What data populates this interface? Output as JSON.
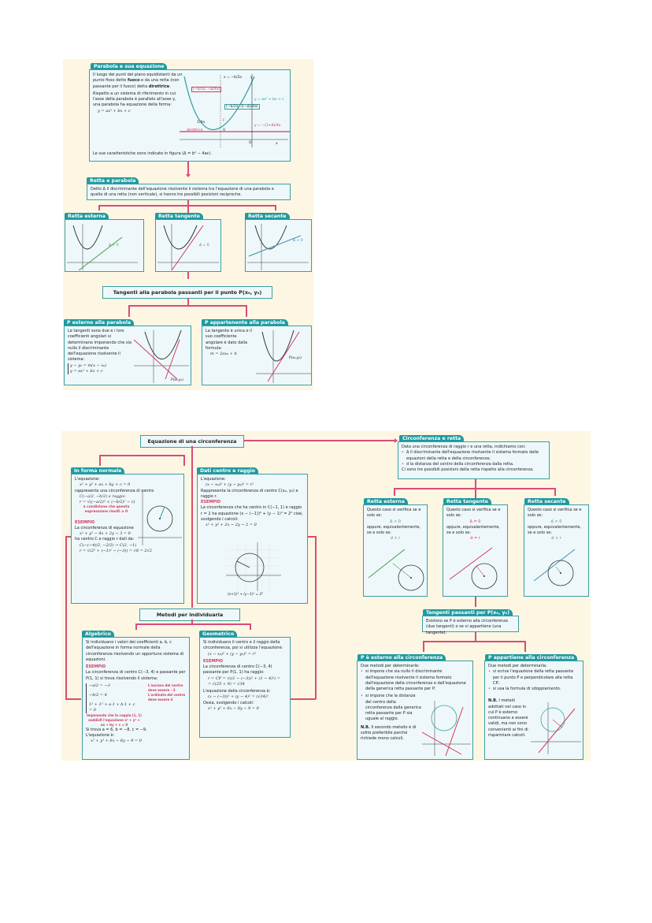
{
  "parabola": {
    "title": "Parabola e sua equazione",
    "text1a": "Il luogo dei punti del piano equidistanti da un punto fisso detto ",
    "fuoco": "fuoco",
    "text1b": " e da una retta (non passante per il fuoco) detta ",
    "direttrice": "direttrice",
    "text2": "Rispetto a un sistema di riferimento in cui l'asse della parabola è parallelo all'asse y, una parabola ha equazione della forma:",
    "formula": "y = ax² + bx + c",
    "footer": "Le sue caratteristiche sono indicate in figura (Δ = b² − 4ac).",
    "fig_labels": {
      "axis": "x = −b/2a",
      "vertex": "(−b/2a, −Δ/4a)",
      "focus": "(−b/2a, (1−Δ)/4a)",
      "curve": "y = ax² + bx + c",
      "dir_eq": "y = −(1+Δ)/4a",
      "quarter": "1/4a",
      "dir": "direttrice",
      "y": "y",
      "x": "x",
      "o": "O",
      "f": "F",
      "v": "V"
    }
  },
  "retta_parabola": {
    "title": "Retta e parabola",
    "text": "Detto Δ il discriminante dell'equazione risolvente il sistema tra l'equazione di una parabola e quella di una retta (non verticale), si hanno tre possibili posizioni reciproche.",
    "cases": [
      {
        "title": "Retta esterna",
        "delta": "Δ < 0"
      },
      {
        "title": "Retta tangente",
        "delta": "Δ = 0"
      },
      {
        "title": "Retta secante",
        "delta": "Δ > 0"
      }
    ]
  },
  "tangenti_parabola": {
    "title": "Tangenti alla parabola passanti per il punto P(x₀, y₀)",
    "esterno": {
      "title": "P esterno alla parabola",
      "text": "Le tangenti sono due e i loro coefficienti angolari si determinano imponendo che sia nullo il discriminante dell'equazione risolvente il sistema:",
      "sys1": "y − y₀ = m(x − x₀)",
      "sys2": "y = ax² + bx + c",
      "pt": "P(x₀,y₀)"
    },
    "appartenente": {
      "title": "P appartenente alla parabola",
      "text": "La tangente è unica e il suo coefficiente angolare è dato dalla formula:",
      "formula": "m = 2ax₀ + b",
      "pt": "P(x₀,y₀)"
    }
  },
  "circ": {
    "title": "Equazione di una circonferenza",
    "normale": {
      "title": "In forma normale",
      "l1": "L'equazione:",
      "eq": "x² + y² + ax + by + c = 0",
      "l2": "rappresenta una circonferenza di centro",
      "centro": "C(−a/2, −b/2) e raggio",
      "raggio": "r = √((−a/2)² + (−b/2)² − c)",
      "cond": "a condizione che questa espressione risulti ≥ 0",
      "es": "ESEMPIO",
      "e1": "La circonferenza di equazione",
      "e2": "x² + y² − 4x + 2y − 3 = 0",
      "e3": "ha centro C e raggio r dati da:",
      "e4": "C(−(−4)/2, −2/2) → C(2, −1)",
      "e5": "r = √(2² + (−1)² − (−3)) = √8 = 2√2"
    },
    "centro_raggio": {
      "title": "Dati centro e raggio",
      "l1": "L'equazione:",
      "eq": "(x − x₀)² + (y − y₀)² = r²",
      "l2": "Rappresenta la circonferenza di centro C(x₀, y₀) e raggio r.",
      "es": "ESEMPIO",
      "e1": "La circonferenza che ha centro in C(−1, 1) e raggio r = 2 ha equazione (x − (−1))² + (y − 1)² = 2² cioè, svolgendo i calcoli:",
      "e2": "x² + y² + 2x − 2y − 2 = 0",
      "cap": "(x+1)² + (y−1)² = 2²"
    },
    "metodi": "Metodi per individuarla",
    "algebrico": {
      "title": "Algebrico",
      "t": "Si individuano i valori dei coefficienti a, b, c dell'equazione in forma normale della circonferenza risolvendo un opportuno sistema di equazioni.",
      "es": "ESEMPIO",
      "e1": "La circonferenza di centro C(−3, 4) e passante per P(1, 1) si trova risolvendo il sistema:",
      "s1": "−a/2 = −3",
      "s2": "−b/2 = 4",
      "s3": "1² + 1² + a·1 + b·1 + c = 0",
      "n1": "L'ascissa del centro deve essere −3",
      "n2": "L'ordinata del centro deve essere 4",
      "n3": "Imponendo che la coppia (1, 1) soddisfi l'equazione x² + y² + ax + by + c = 0",
      "r1": "Si trova a = 6, b = −8, c = −9.",
      "r2": "L'equazione è:",
      "r3": "x² + y² + 6x − 8y − 9 = 0"
    },
    "geometrico": {
      "title": "Geometrico",
      "t": "Si individuano il centro e il raggio della circonferenza, poi si utilizza l'equazione:",
      "eq": "(x − x₀)² + (y − y₀)² = r²",
      "es": "ESEMPIO",
      "e1": "La circonferenza di centro C(−3, 4) passante per P(1, 1) ha raggio:",
      "e2": "r = CP = √((1 − (−3))² + (1 − 4)²) =",
      "e3": "= √(25 + 9) = √34",
      "e4": "L'equazione della circonferenza è:",
      "e5": "(x − (−3))² + (y − 4)² = (√34)²",
      "e6": "Ossia, svolgendo i calcoli:",
      "e7": "x² + y² + 6x − 8y − 9 = 0"
    }
  },
  "circ_retta": {
    "title": "Circonferenza e retta",
    "intro": "Data una circonferenza di raggio r e una retta, indichiamo con:",
    "b1": "Δ il discriminante dell'equazione risolvente il sistema formato dalle equazioni della retta e della circonferenza;",
    "b2": "d la distanza del centro della circonferenza dalla retta.",
    "outro": "Ci sono tre possibili posizioni della retta rispetto alla circonferenza.",
    "cases": [
      {
        "title": "Retta esterna",
        "t1": "Questo caso si verifica se e solo se:",
        "delta": "Δ < 0",
        "t2": "oppure, equivalentemente, se e solo se:",
        "d": "d > r"
      },
      {
        "title": "Retta tangente",
        "t1": "Questo caso si verifica se e solo se:",
        "delta": "Δ = 0",
        "t2": "oppure, equivalentemente, se e solo se:",
        "d": "d = r"
      },
      {
        "title": "Retta secante",
        "t1": "Questo caso si verifica se e solo se:",
        "delta": "Δ > 0",
        "t2": "oppure, equivalentemente, se e solo se:",
        "d": "d < r"
      }
    ],
    "tangenti": {
      "title": "Tangenti passanti per P(x₀, y₀)",
      "text": "Esistono se P è esterno alla circonferenza (due tangenti) o se vi appartiene (una tangente)."
    },
    "esterno": {
      "title": "P è esterno alla circonferenza",
      "l": "Due metodi per determinarle:",
      "b1": "si impone che sia nullo il discriminante dell'equazione risolvente il sistema formato dall'equazione della circonferenza e dall'equazione della generica retta passante per P;",
      "b2": "si impone che la distanza del centro della circonferenza dalla generica retta passante per P sia uguale al raggio.",
      "nb": "N.B.",
      "nbt": " Il secondo metodo è di solito preferibile perché richiede meno calcoli."
    },
    "appartiene": {
      "title": "P appartiene alla circonferenza",
      "l": "Due metodi per determinarla:",
      "b1": "si scrive l'equazione della retta passante per il punto P e perpendicolare alla retta CP;",
      "b2": "si usa la formula di sdoppiamento.",
      "nb": "N.B.",
      "nbt": " I metodi adottati nel caso in cui P è esterno continuano a essere validi, ma non sono convenienti ai fini di risparmiare calcoli."
    }
  },
  "colors": {
    "teal": "#1e9aa0",
    "pink": "#d94b7a",
    "cream": "#fdf6e3"
  }
}
